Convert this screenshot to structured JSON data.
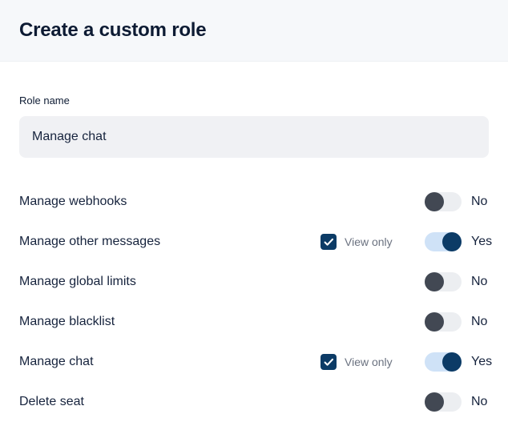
{
  "header": {
    "title": "Create a custom role"
  },
  "form": {
    "role_name": {
      "label": "Role name",
      "value": "Manage chat",
      "placeholder": "Role name"
    }
  },
  "permissions": {
    "view_only_label": "View only",
    "toggle_on_label": "Yes",
    "toggle_off_label": "No",
    "rows": [
      {
        "label": "Manage webhooks",
        "has_view_only": false,
        "view_only_checked": false,
        "enabled": false,
        "state_label": "No"
      },
      {
        "label": "Manage other messages",
        "has_view_only": true,
        "view_only_checked": true,
        "enabled": true,
        "state_label": "Yes"
      },
      {
        "label": "Manage global limits",
        "has_view_only": false,
        "view_only_checked": false,
        "enabled": false,
        "state_label": "No"
      },
      {
        "label": "Manage blacklist",
        "has_view_only": false,
        "view_only_checked": false,
        "enabled": false,
        "state_label": "No"
      },
      {
        "label": "Manage chat",
        "has_view_only": true,
        "view_only_checked": true,
        "enabled": true,
        "state_label": "Yes"
      },
      {
        "label": "Delete seat",
        "has_view_only": false,
        "view_only_checked": false,
        "enabled": false,
        "state_label": "No"
      }
    ]
  },
  "colors": {
    "header_bg": "#f6f8fa",
    "title": "#0d1b33",
    "input_bg": "#f0f1f4",
    "accent_navy": "#0c3b66",
    "toggle_on_track": "#cfe2f7",
    "toggle_off_track": "#eceef1",
    "toggle_off_knob": "#424853",
    "muted_text": "#6b7280"
  }
}
